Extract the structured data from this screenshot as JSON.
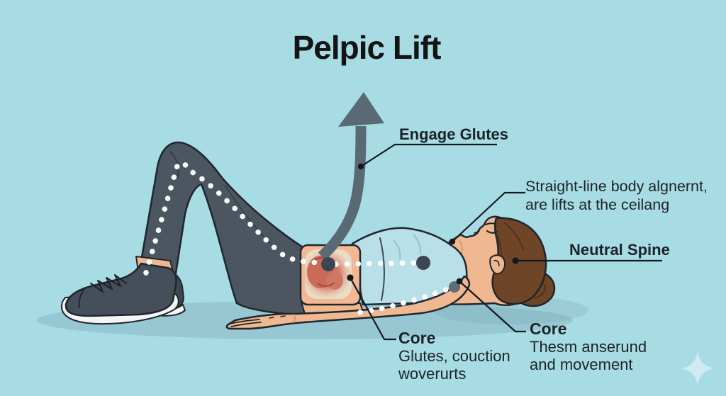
{
  "title": "Pelpic Lift",
  "labels": {
    "engage_glutes": "Engage Glutes",
    "alignment": {
      "line1": "Straight-line body algnernt,",
      "line2": "are lifts at the ceilang"
    },
    "neutral_spine": "Neutral Spine",
    "core_left": {
      "heading": "Core",
      "line1": "Glutes, couction",
      "line2": "woverurts"
    },
    "core_right": {
      "heading": "Core",
      "line1": "Thesm anserund",
      "line2": "and movement"
    }
  },
  "icons": {
    "arrow": "upward-lift-arrow",
    "sparkle": "four-point-sparkle",
    "guide_dots": "dotted-alignment-guide"
  },
  "colors": {
    "background": "#a8dce4",
    "outline": "#1f262d",
    "skin": "#f0b890",
    "leggings": "#4b5661",
    "shoe": "#454f5a",
    "sole": "#f4f6f6",
    "top": "#b9e0e8",
    "hair": "#6f4527",
    "muscle_window": "#f2b795",
    "muscle_inner": "#e9dcc6",
    "muscle_red": "#c05a4e",
    "arrow_gray": "#5a6a74",
    "guide_dots": "#ffffff",
    "anchor_dot": "#3b4652",
    "label_text": "#1c2228",
    "shadow": "#7ea9ba",
    "sparkle": "#cdebf1"
  }
}
